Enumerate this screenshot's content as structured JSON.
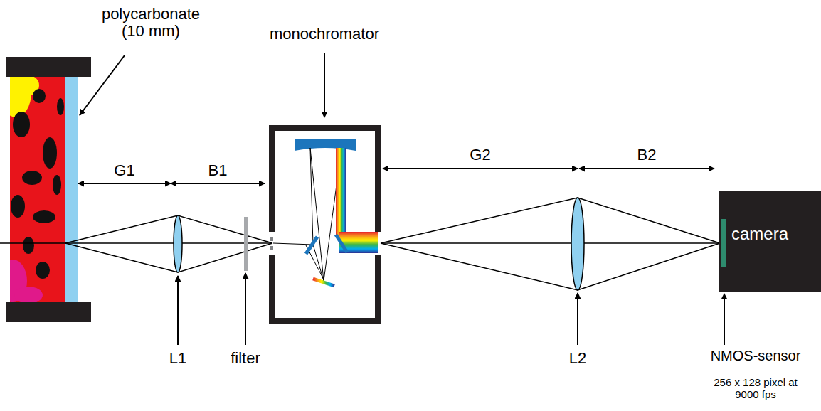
{
  "diagram": {
    "nodes": [
      {
        "text": [
          "camera"
        ]
      }
    ],
    "labels": [
      "polycarbonate (10 mm)",
      "monochromator",
      "G1",
      "B1",
      "G2",
      "B2",
      "L1",
      "filter",
      "L2",
      "NMOS-sensor",
      "256 x 128 pixel at 9000 fps"
    ]
  }
}
